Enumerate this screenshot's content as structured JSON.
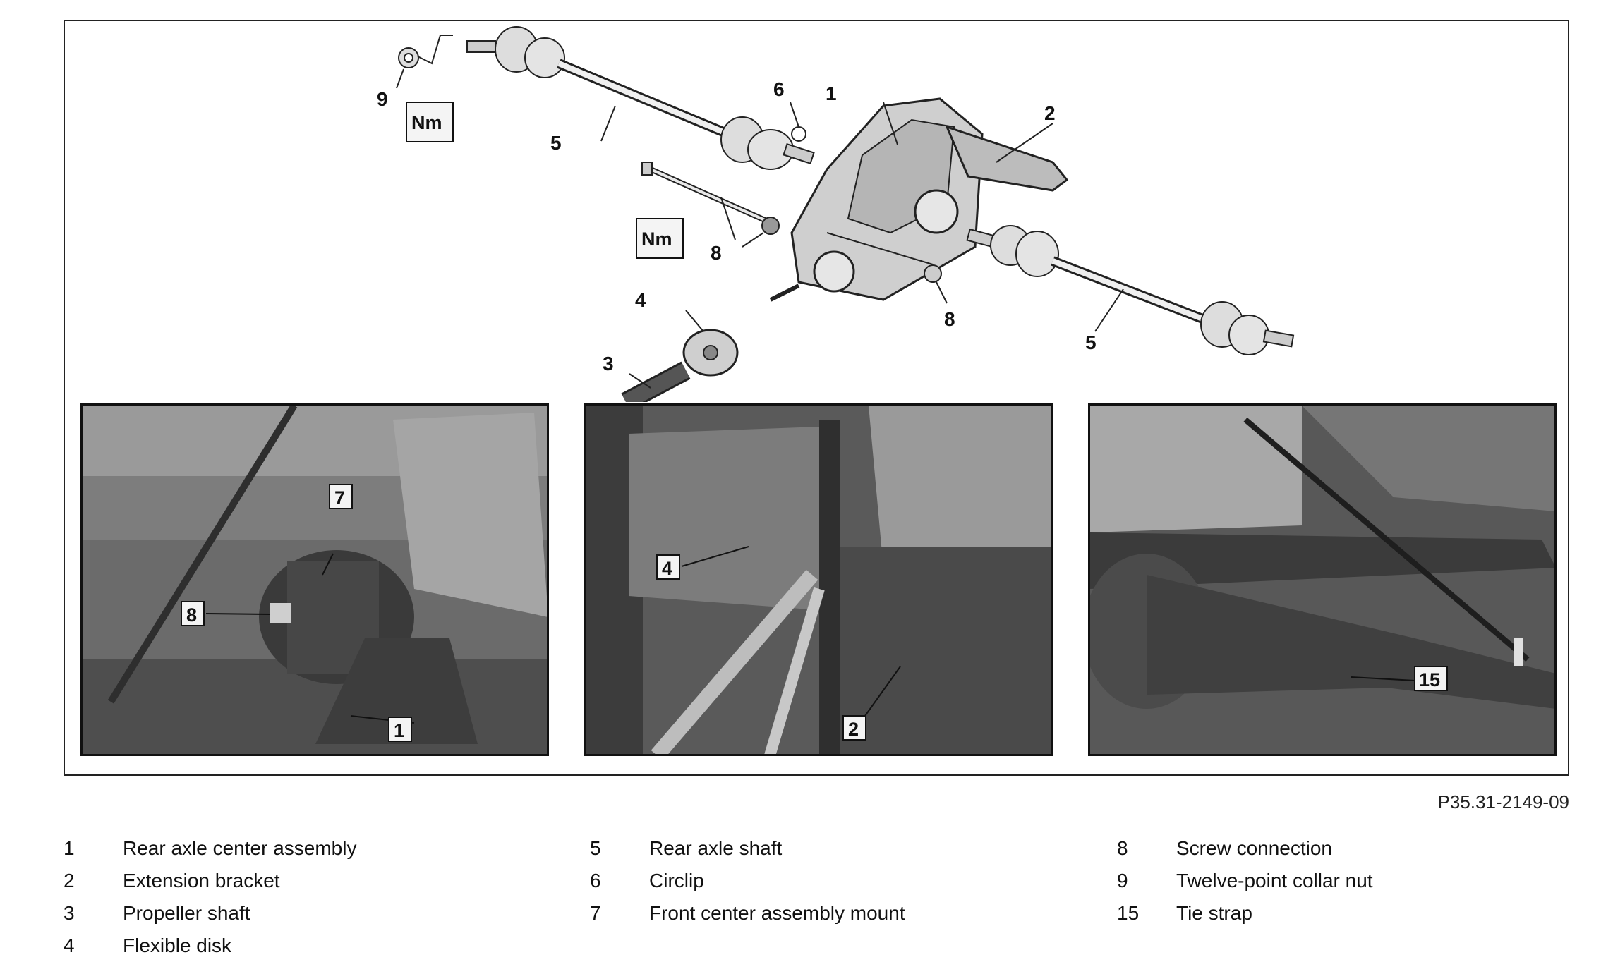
{
  "diagram": {
    "callouts_top": [
      "1",
      "2",
      "3",
      "4",
      "5",
      "5",
      "6",
      "8",
      "8",
      "9"
    ],
    "nm_label": "Nm"
  },
  "photos": [
    {
      "callouts": [
        "7",
        "8",
        "1"
      ]
    },
    {
      "callouts": [
        "4",
        "2"
      ]
    },
    {
      "callouts": [
        "15"
      ]
    }
  ],
  "figure_id": "P35.31-2149-09",
  "legend": {
    "columns": [
      [
        {
          "num": "1",
          "text": "Rear axle center assembly"
        },
        {
          "num": "2",
          "text": "Extension bracket"
        },
        {
          "num": "3",
          "text": "Propeller shaft"
        },
        {
          "num": "4",
          "text": "Flexible disk"
        }
      ],
      [
        {
          "num": "5",
          "text": "Rear axle shaft"
        },
        {
          "num": "6",
          "text": "Circlip"
        },
        {
          "num": "7",
          "text": "Front center assembly mount"
        }
      ],
      [
        {
          "num": "8",
          "text": "Screw connection"
        },
        {
          "num": "9",
          "text": "Twelve-point collar nut"
        },
        {
          "num": "15",
          "text": "Tie strap"
        }
      ]
    ]
  }
}
